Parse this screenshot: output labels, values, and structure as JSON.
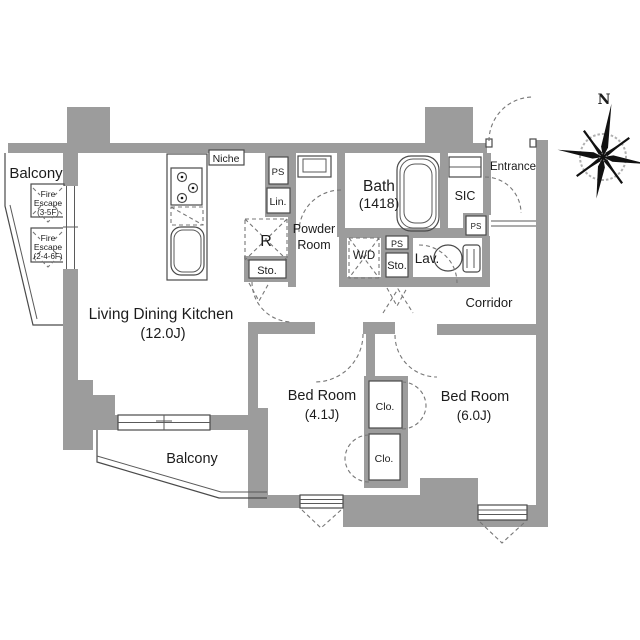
{
  "plan": {
    "labels": {
      "balcony_top": "Balcony",
      "balcony_bottom": "Balcony",
      "fire_escape_1": [
        "Fire",
        "Escape",
        "(3-5F)"
      ],
      "fire_escape_2": [
        "Fire",
        "Escape",
        "(2-4-6F)"
      ],
      "niche": "Niche",
      "ps_kitchen": "PS",
      "lin": "Lin.",
      "fridge": "R",
      "sto_kitchen": "Sto.",
      "powder_room": [
        "Powder",
        "Room"
      ],
      "bath": "Bath",
      "bath_size": "(1418)",
      "sic": "SIC",
      "entrance": "Entrance",
      "ps_entrance": "PS",
      "wd": "W/D",
      "ps_lav": "PS",
      "sto_lav": "Sto.",
      "lav": "Lav.",
      "corridor": "Corridor",
      "ldk": "Living Dining Kitchen",
      "ldk_size": "(12.0J)",
      "bedroom1": "Bed Room",
      "bedroom1_size": "(4.1J)",
      "bedroom2": "Bed Room",
      "bedroom2_size": "(6.0J)",
      "clo_1": "Clo.",
      "clo_2": "Clo.",
      "compass_north": "N"
    },
    "colors": {
      "wall": "#9c9c9c",
      "line": "#4a4a4a",
      "dashed": "#777777",
      "background": "#ffffff"
    }
  }
}
